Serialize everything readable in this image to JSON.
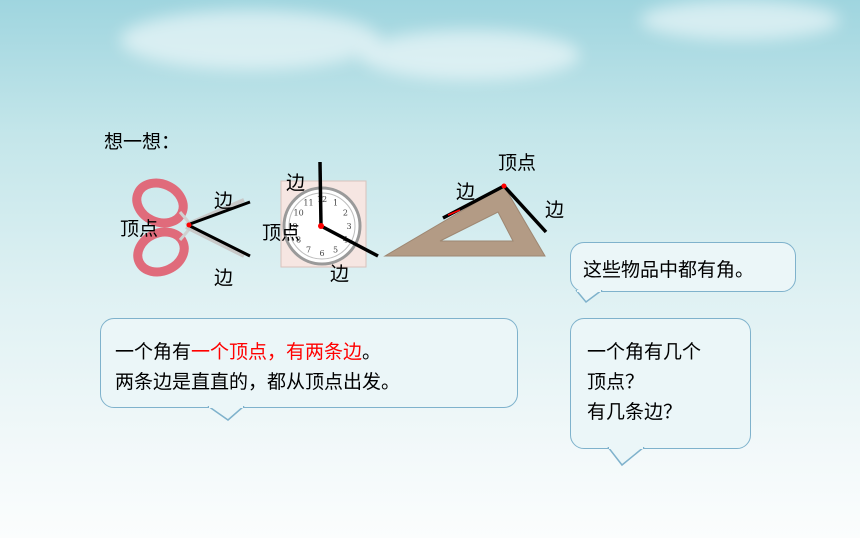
{
  "heading": "想一想：",
  "labels": {
    "scissors_side_top": "边",
    "scissors_vertex": "顶点",
    "scissors_side_bottom": "边",
    "clock_side_top": "边",
    "clock_vertex": "顶点",
    "clock_side_bottom": "边",
    "triangle_vertex": "顶点",
    "triangle_side_left": "边",
    "triangle_side_right": "边"
  },
  "clock_numbers": [
    "12",
    "1",
    "2",
    "3",
    "4",
    "5",
    "6",
    "7",
    "8",
    "9",
    "10",
    "11"
  ],
  "bubble_left": {
    "line1_prefix": "一个角有",
    "line1_highlight": "一个顶点，有两条边",
    "line1_suffix": "。",
    "line2": "两条边是直直的，都从顶点出发。"
  },
  "bubble_top_right": "这些物品中都有角。",
  "bubble_bottom_right": {
    "line1": "一个角有几个",
    "line2": "顶点？",
    "line3": "有几条边？"
  },
  "colors": {
    "highlight": "#ff0000",
    "bubble_border": "#7fb2cc",
    "bubble_fill": "#ebf6f8",
    "triangle": "#b39b85",
    "scissors": "#e06b7b"
  }
}
